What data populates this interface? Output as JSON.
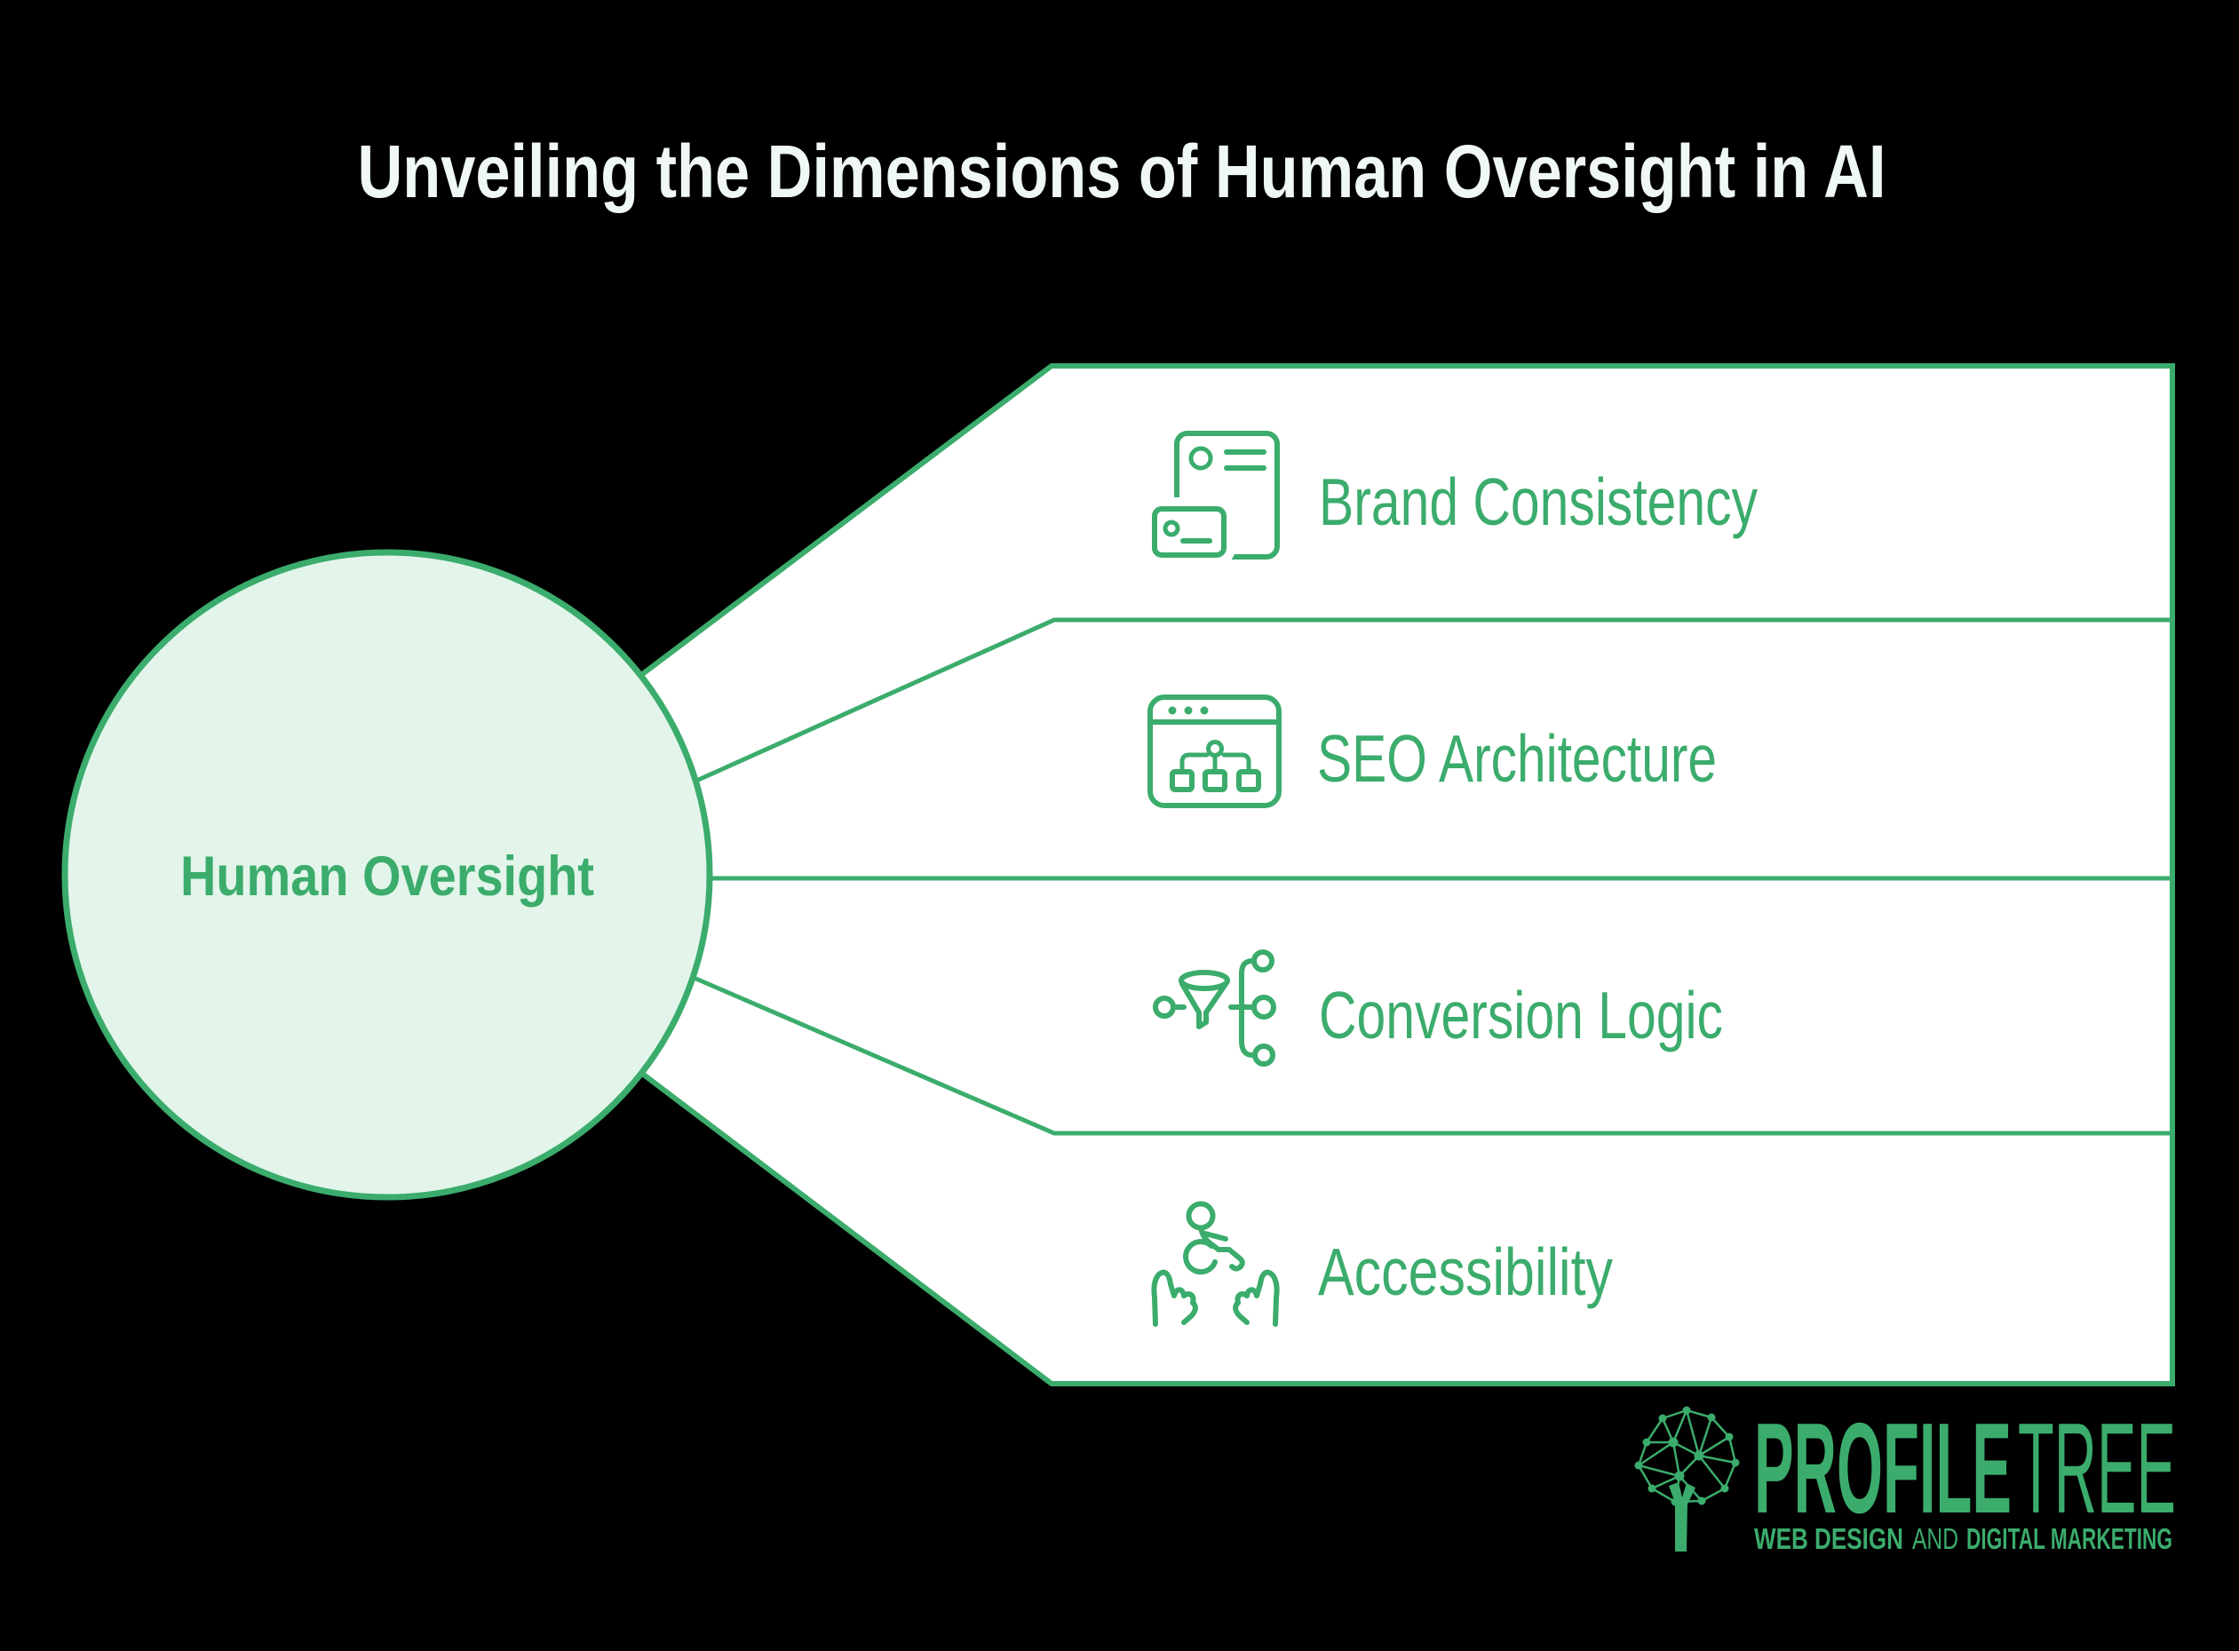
{
  "title": "Unveiling the Dimensions of Human Oversight in AI",
  "center": {
    "label": "Human Oversight"
  },
  "branches": [
    {
      "label": "Brand Consistency",
      "icon": "id-cards-icon"
    },
    {
      "label": "SEO Architecture",
      "icon": "browser-sitemap-icon"
    },
    {
      "label": "Conversion Logic",
      "icon": "funnel-branch-icon"
    },
    {
      "label": "Accessibility",
      "icon": "hands-wheelchair-icon"
    }
  ],
  "logo": {
    "name_primary": "PROFILE",
    "name_secondary": "TREE",
    "tagline_part1": "WEB DESIGN",
    "tagline_part2": "AND",
    "tagline_part3": "DIGITAL MARKETING"
  },
  "theme": {
    "background": "#000000",
    "accent_green": "#3BAC6C",
    "circle_fill": "#E3F5EA",
    "band_fill": "#FFFFFF",
    "title_color": "#EFF8F2"
  }
}
